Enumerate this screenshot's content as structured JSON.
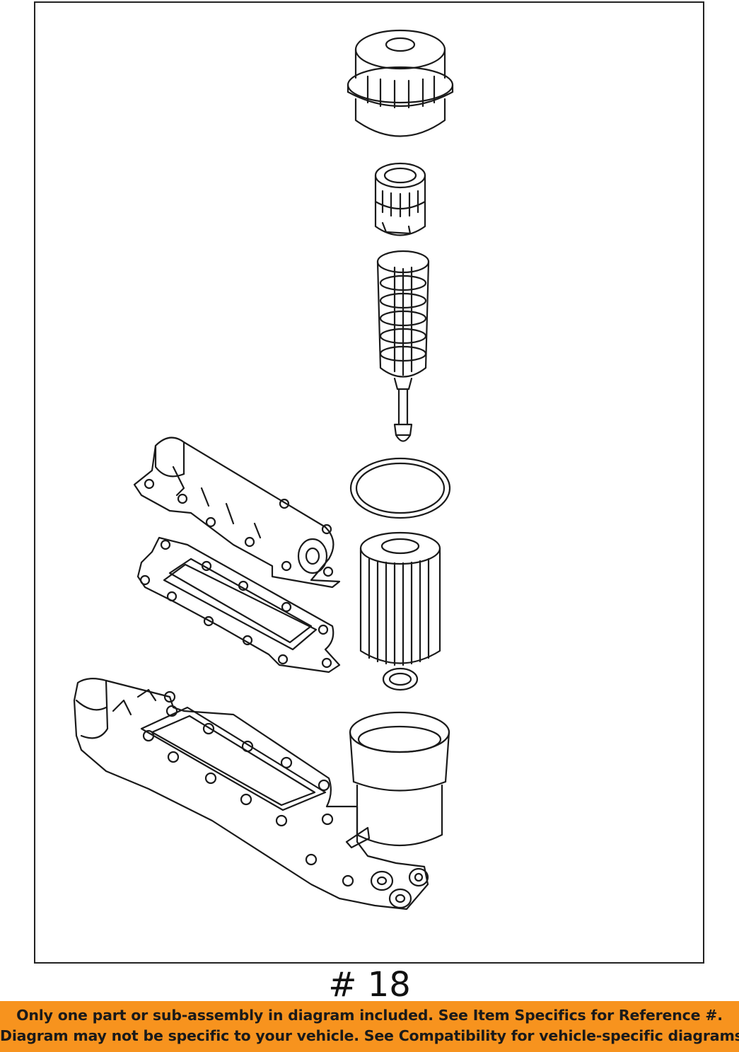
{
  "diagram": {
    "parts": [
      "filter-cap",
      "cap-insert",
      "center-tube",
      "o-ring-large",
      "filter-element",
      "o-ring-small",
      "cooler",
      "cooler-gasket",
      "filter-housing"
    ]
  },
  "reference_number": "# 18",
  "notice": {
    "line1": "Only one part or sub-assembly in diagram included. See Item Specifics for Reference #.",
    "line2": "Diagram may not be specific to your vehicle. See Compatibility for vehicle-specific diagrams."
  },
  "colors": {
    "banner": "#f7931e",
    "line": "#1a1a1a"
  }
}
